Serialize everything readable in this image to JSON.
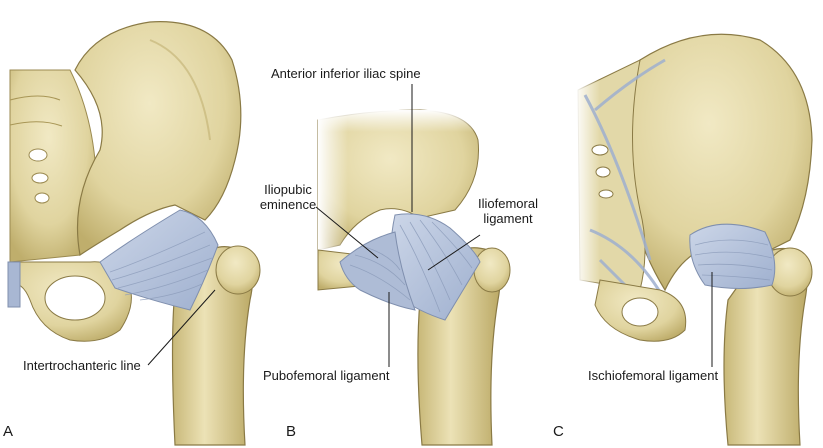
{
  "panels": [
    {
      "letter": "A"
    },
    {
      "letter": "B"
    },
    {
      "letter": "C"
    }
  ],
  "labels": {
    "intertrochanteric_line": "Intertrochanteric line",
    "anterior_inferior_iliac_spine": "Anterior inferior iliac spine",
    "iliopubic_eminence_line1": "Iliopubic",
    "iliopubic_eminence_line2": "eminence",
    "iliofemoral_ligament_line1": "Iliofemoral",
    "iliofemoral_ligament_line2": "ligament",
    "pubofemoral_ligament": "Pubofemoral ligament",
    "ischiofemoral_ligament": "Ischiofemoral ligament"
  },
  "colors": {
    "bone": "#e6dcae",
    "bone_shade": "#c9b97a",
    "bone_edge": "#8a7a45",
    "ligament": "#b9c6dc",
    "ligament_fiber": "#8d9dbb",
    "leader_line": "#1a1a1a"
  }
}
